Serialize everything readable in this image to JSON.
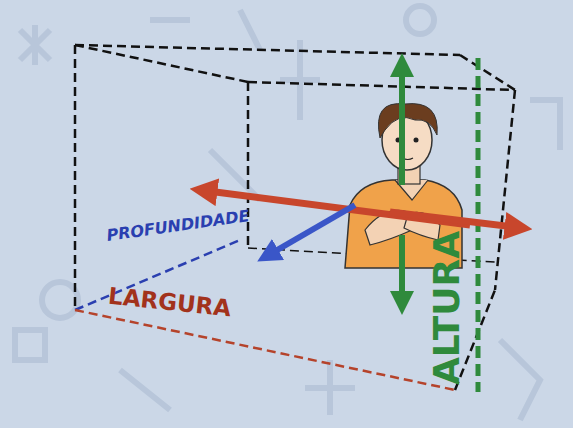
{
  "diagram": {
    "labels": [
      "PROFUNDIDADE",
      "LARGURA",
      "ALTURA"
    ]
  }
}
